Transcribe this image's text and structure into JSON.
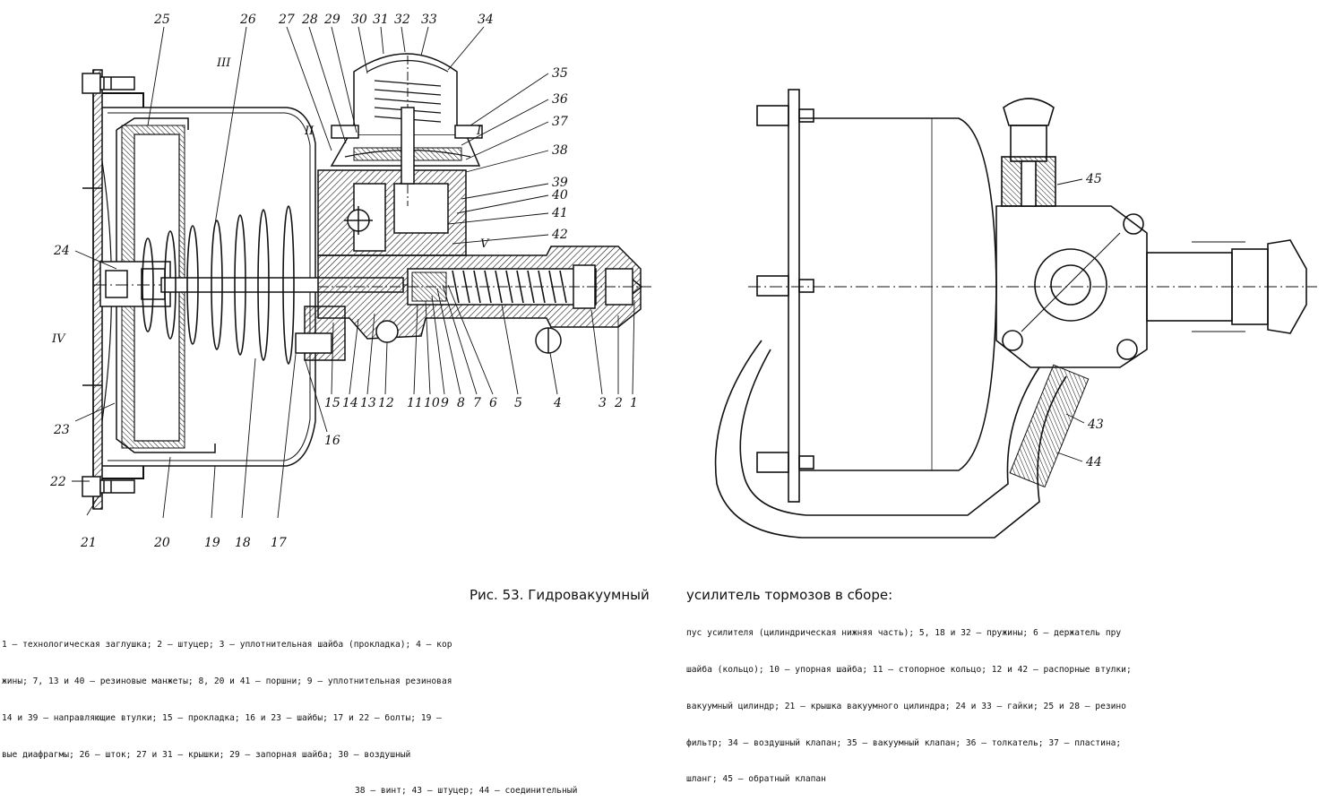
{
  "caption": {
    "title_left": "Рис. 53. Гидровакуумный",
    "title_right": "усилитель тормозов в сборе:",
    "left_lines": [
      "1 — технологическая заглушка; 2 — штуцер; 3 — уплотнительная шайба (прокладка); 4 — кор",
      "жины; 7, 13 и 40 — резиновые манжеты; 8, 20 и 41 — поршни; 9 — уплотнительная резиновая",
      "14 и 39 — направляющие втулки; 15 — прокладка; 16 и 23 — шайбы; 17 и 22 — болты; 19 —",
      "вые диафрагмы; 26 — шток; 27 и 31 — крышки; 29 — запорная шайба; 30 — воздушный",
      "38 — винт; 43 — штуцер; 44 — соединительный"
    ],
    "right_lines": [
      "пус усилителя (цилиндрическая нижняя часть); 5, 18 и 32 — пружины; 6 — держатель пру",
      "шайба (кольцо); 10 — упорная шайба; 11 — стопорное кольцо; 12 и 42 — распорные втулки;",
      "вакуумный цилиндр; 21 — крышка вакуумного цилиндра; 24 и 33 — гайки; 25 и 28 — резино",
      "фильтр; 34 — воздушный клапан; 35 — вакуумный клапан; 36 — толкатель; 37 — пластина;",
      "шланг; 45 — обратный клапан"
    ]
  },
  "callouts": {
    "top": [
      "25",
      "26",
      "27",
      "28",
      "29",
      "30",
      "31",
      "32",
      "33",
      "34"
    ],
    "right": [
      "35",
      "36",
      "37",
      "38",
      "39",
      "40",
      "41",
      "42"
    ],
    "bottom": [
      "15",
      "14",
      "13",
      "12",
      "11",
      "10",
      "9",
      "8",
      "7",
      "6",
      "5",
      "4",
      "3",
      "2",
      "1"
    ],
    "left": [
      "24",
      "23",
      "22",
      "21",
      "20",
      "19",
      "18",
      "17",
      "16"
    ],
    "assembly": [
      "45",
      "43",
      "44"
    ],
    "sections": [
      "III",
      "II",
      "I",
      "IV",
      "V"
    ]
  }
}
